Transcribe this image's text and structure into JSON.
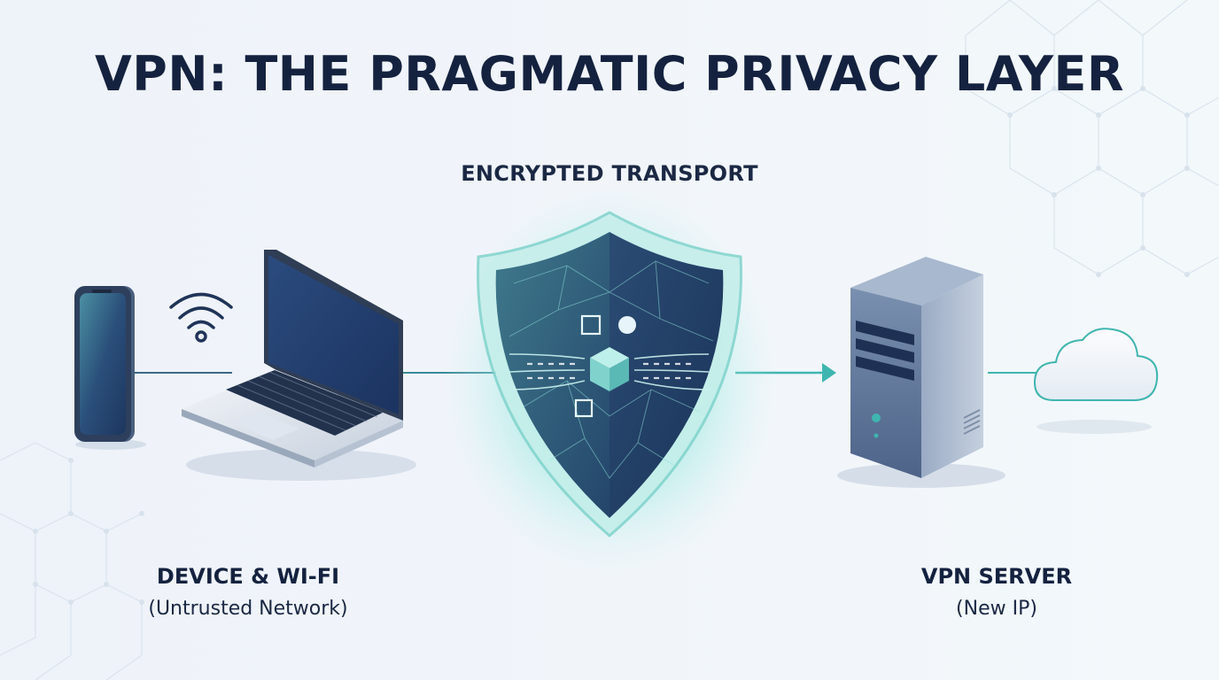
{
  "title": "VPN: THE PRAGMATIC PRIVACY LAYER",
  "transport_label": "ENCRYPTED TRANSPORT",
  "device": {
    "label": "DEVICE & WI-FI",
    "sublabel": "(Untrusted Network)"
  },
  "server": {
    "label": "VPN SERVER",
    "sublabel": "(New IP)"
  },
  "icons": [
    "smartphone-icon",
    "wifi-icon",
    "laptop-icon",
    "shield-icon",
    "encryption-cube-icon",
    "server-icon",
    "cloud-icon",
    "arrow-icon"
  ],
  "colors": {
    "title": "#14223f",
    "accent_teal": "#3fb5b0",
    "navy": "#1e3a63",
    "background": "#eef2f9"
  }
}
